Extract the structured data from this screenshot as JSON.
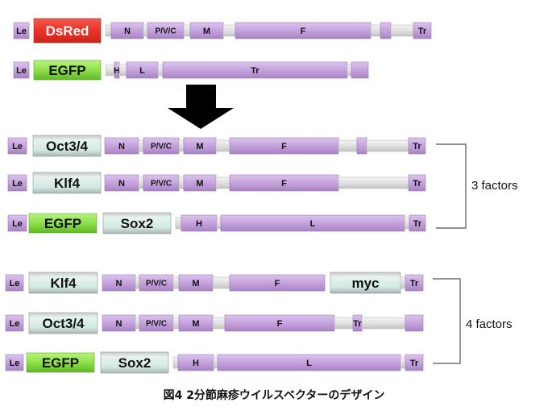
{
  "constructs": [
    {
      "segments": [
        "Le",
        "DsRed",
        "N",
        "P/V/C",
        "M",
        "F",
        "",
        "Tr"
      ]
    },
    {
      "segments": [
        "Le",
        "EGFP",
        "H",
        "L",
        "Tr"
      ]
    },
    {
      "segments": [
        "Le",
        "Oct3/4",
        "N",
        "P/V/C",
        "M",
        "F",
        "",
        "Tr"
      ]
    },
    {
      "segments": [
        "Le",
        "Klf4",
        "N",
        "P/V/C",
        "M",
        "F",
        "Tr"
      ]
    },
    {
      "segments": [
        "Le",
        "EGFP",
        "Sox2",
        "H",
        "L",
        "Tr"
      ]
    },
    {
      "segments": [
        "Le",
        "Klf4",
        "N",
        "P/V/C",
        "M",
        "F",
        "myc",
        "Tr"
      ]
    },
    {
      "segments": [
        "Le",
        "Oct3/4",
        "N",
        "P/V/C",
        "M",
        "F",
        "Tr"
      ]
    },
    {
      "segments": [
        "Le",
        "EGFP",
        "Sox2",
        "H",
        "L",
        "Tr"
      ]
    }
  ],
  "groups": [
    {
      "label": "3 factors"
    },
    {
      "label": "4 factors"
    }
  ],
  "caption": "図4 2分節麻疹ウイルスベクターのデザイン",
  "colors": {
    "viral_gene": "#c5a3dd",
    "dsred": "#ea3328",
    "egfp": "#8ee04a",
    "factor": "#d8ece6",
    "spacer": "#e5e5e5",
    "arrow": "#000000",
    "bracket": "#6e6e6e"
  }
}
